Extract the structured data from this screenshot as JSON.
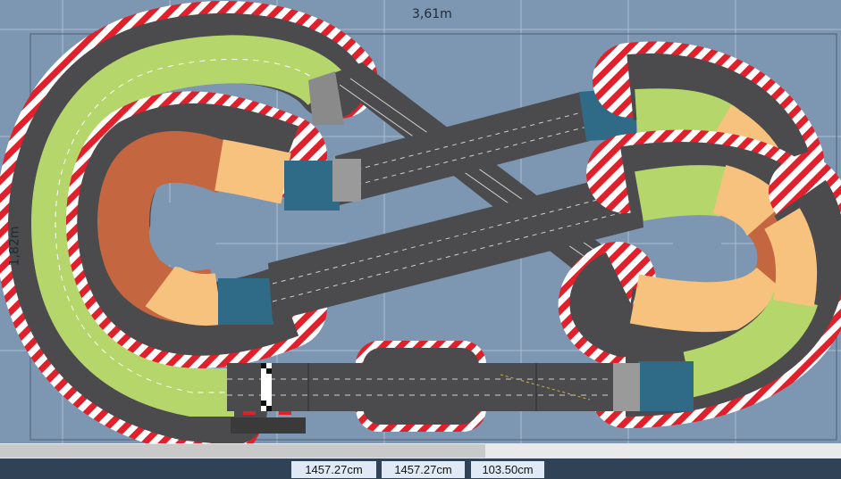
{
  "dimensions": {
    "width_label": "3,61m",
    "height_label": "1,82m"
  },
  "status": {
    "length_1": "1457.27cm",
    "length_2": "1457.27cm",
    "length_3": "103.50cm"
  },
  "colors": {
    "background": "#7d97b3",
    "grid": "#a9bdd1",
    "asphalt": "#4b4b4d",
    "lime": "#b5d66a",
    "peach": "#f6c27e",
    "rust": "#c4663f",
    "teal": "#2f6a86",
    "curb_red": "#e0202a",
    "curb_white": "#ffffff"
  }
}
